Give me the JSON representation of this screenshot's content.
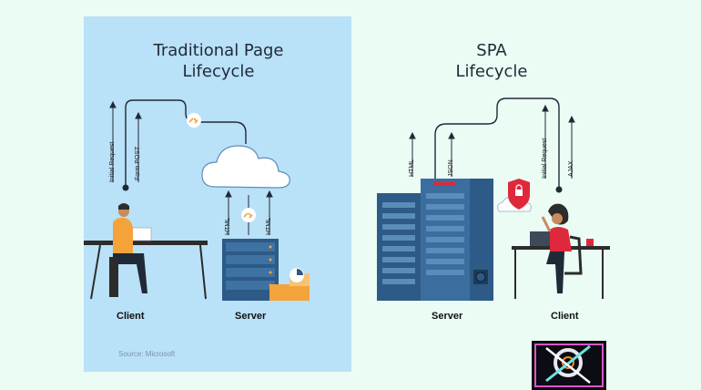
{
  "left_panel": {
    "title_line1": "Traditional Page",
    "title_line2": "Lifecycle",
    "arrow_labels": [
      "Initial Request",
      "Form POST"
    ],
    "server_labels": [
      "HTML",
      "HTML"
    ],
    "client_label": "Client",
    "server_label": "Server",
    "source": "Source: Microsoft"
  },
  "right_panel": {
    "title_line1": "SPA",
    "title_line2": "Lifecycle",
    "server_arrow_labels": [
      "HTML",
      "JSON"
    ],
    "client_arrow_labels": [
      "Initial Request",
      "AJAX"
    ],
    "server_label": "Server",
    "client_label": "Client"
  },
  "colors": {
    "panel_bg": "#b9e1f8",
    "page_bg": "#eafcf4",
    "server_blue": "#2d5a86",
    "accent_red": "#e0283c",
    "accent_orange": "#f4a33a"
  }
}
